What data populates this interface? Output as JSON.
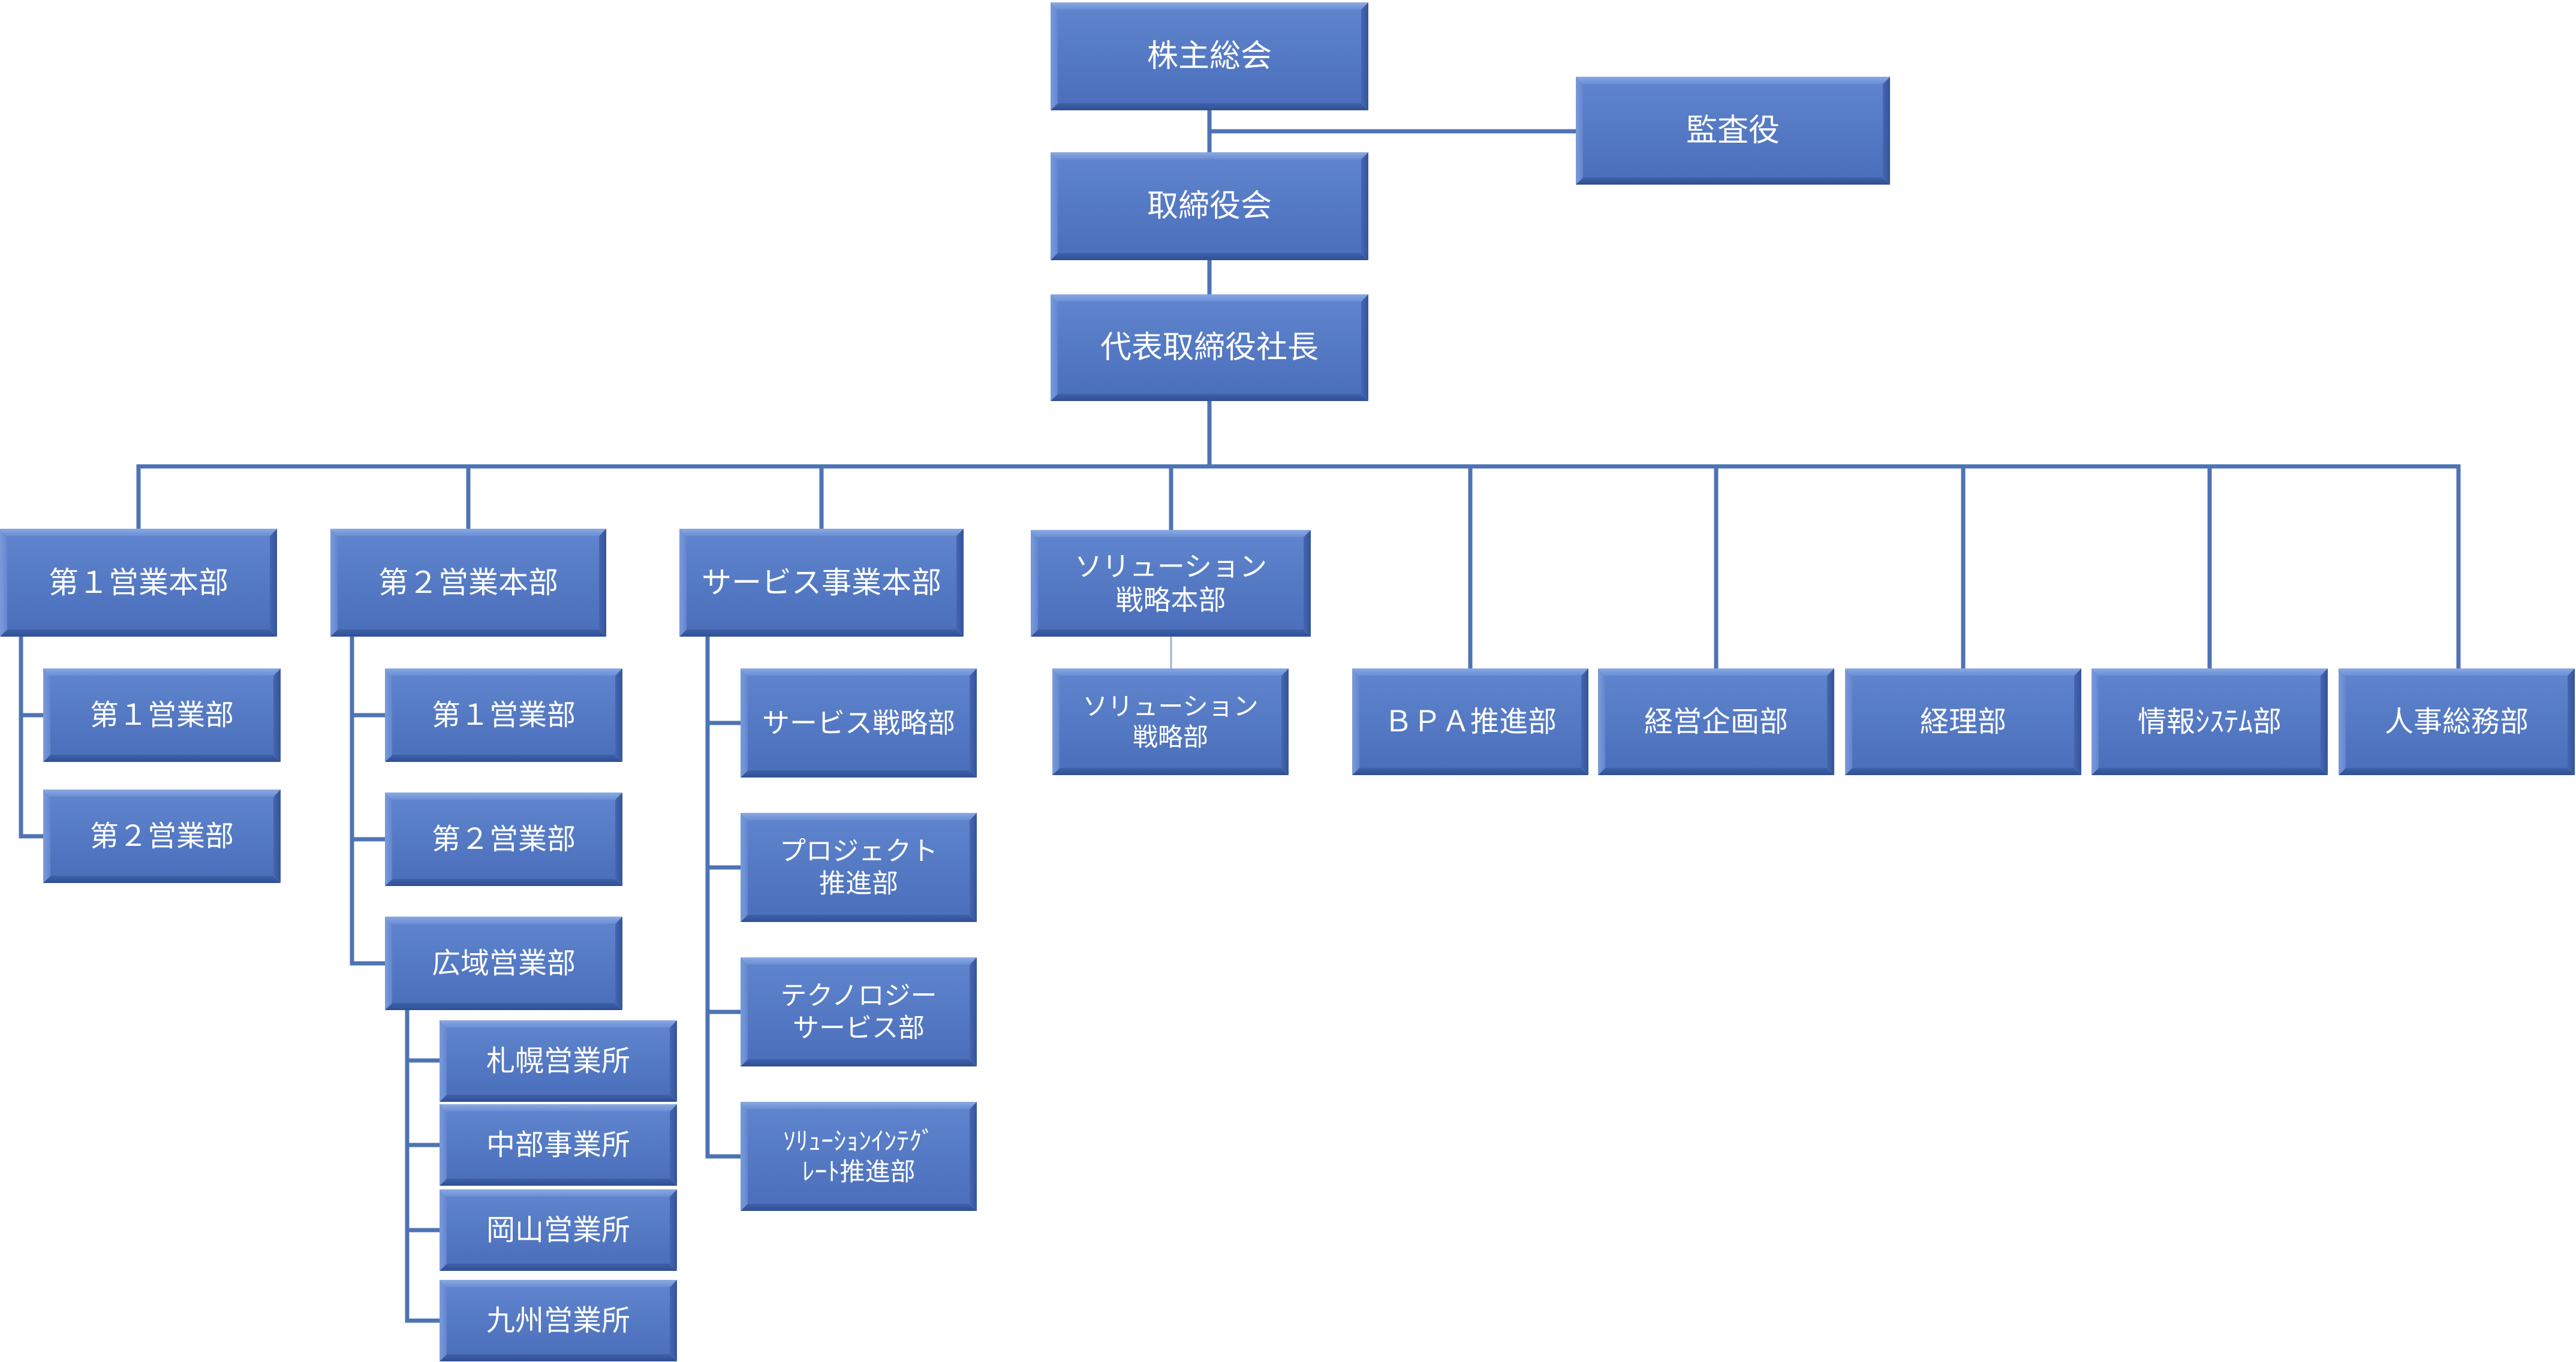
{
  "org": {
    "shareholders": "株主総会",
    "auditor": "監査役",
    "board": "取締役会",
    "president": "代表取締役社長",
    "div1": {
      "label": "第１営業本部",
      "sub": [
        "第１営業部",
        "第２営業部"
      ]
    },
    "div2": {
      "label": "第２営業本部",
      "sub": [
        "第１営業部",
        "第２営業部",
        "広域営業部"
      ],
      "offices": [
        "札幌営業所",
        "中部事業所",
        "岡山営業所",
        "九州営業所"
      ]
    },
    "div3": {
      "label": "サービス事業本部",
      "sub": [
        "サービス戦略部",
        [
          "プロジェクト",
          "推進部"
        ],
        [
          "テクノロジー",
          "サービス部"
        ],
        [
          "ｿﾘｭｰｼｮﾝｲﾝﾃｸﾞ",
          "ﾚｰﾄ推進部"
        ]
      ]
    },
    "div4": {
      "label": [
        "ソリューション",
        "戦略本部"
      ],
      "sub": [
        [
          "ソリューション",
          "戦略部"
        ]
      ]
    },
    "staff": [
      "ＢＰＡ推進部",
      "経営企画部",
      "経理部",
      "情報ｼｽﾃﾑ部",
      "人事総務部"
    ]
  },
  "colors": {
    "box_light": "#6f93d6",
    "box_mid": "#5478c3",
    "box_dark": "#3d5fa8",
    "line": "#4e73b4",
    "text": "#ffffff"
  }
}
